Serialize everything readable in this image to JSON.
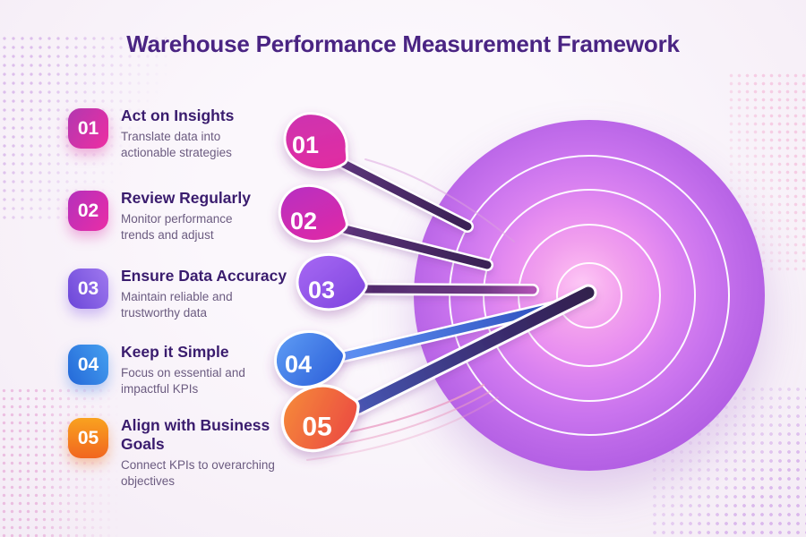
{
  "title": "Warehouse Performance Measurement Framework",
  "items": [
    {
      "number": "01",
      "title": "Act on Insights",
      "description": "Translate data into\nactionable strategies"
    },
    {
      "number": "02",
      "title": "Review Regularly",
      "description": "Monitor performance\ntrends and adjust"
    },
    {
      "number": "03",
      "title": "Ensure Data Accuracy",
      "description": "Maintain reliable and\ntrustworthy data"
    },
    {
      "number": "04",
      "title": "Keep it Simple",
      "description": "Focus on essential and\nimpactful KPIs"
    },
    {
      "number": "05",
      "title": "Align with Business\nGoals",
      "description": "Connect KPIs to overarching\nobjectives"
    }
  ],
  "darts": [
    {
      "label": "01",
      "color_start": "#cb34b2",
      "color_end": "#e52a9e"
    },
    {
      "label": "02",
      "color_start": "#b52fc4",
      "color_end": "#e42aa2"
    },
    {
      "label": "03",
      "color_start": "#a869f4",
      "color_end": "#7d44de"
    },
    {
      "label": "04",
      "color_start": "#5f9ef5",
      "color_end": "#2a5cd8"
    },
    {
      "label": "05",
      "color_start": "#f68f38",
      "color_end": "#ea4244"
    }
  ],
  "target": {
    "ring_count": 5,
    "outer_color": "#a04cd6",
    "center_color": "#fdc9f6",
    "ring_stroke": "#ffffff"
  },
  "colors": {
    "background": "#f9f4fa",
    "title_text": "#4a2483",
    "item_title_text": "#3a1c6e",
    "item_description_text": "#6b5b80",
    "shaft_dark": "#3a2154",
    "shaft_magenta_tip": "#b052b4",
    "shaft_blue": "#5d92f4",
    "swoosh_pink": "#eb9fc5"
  }
}
